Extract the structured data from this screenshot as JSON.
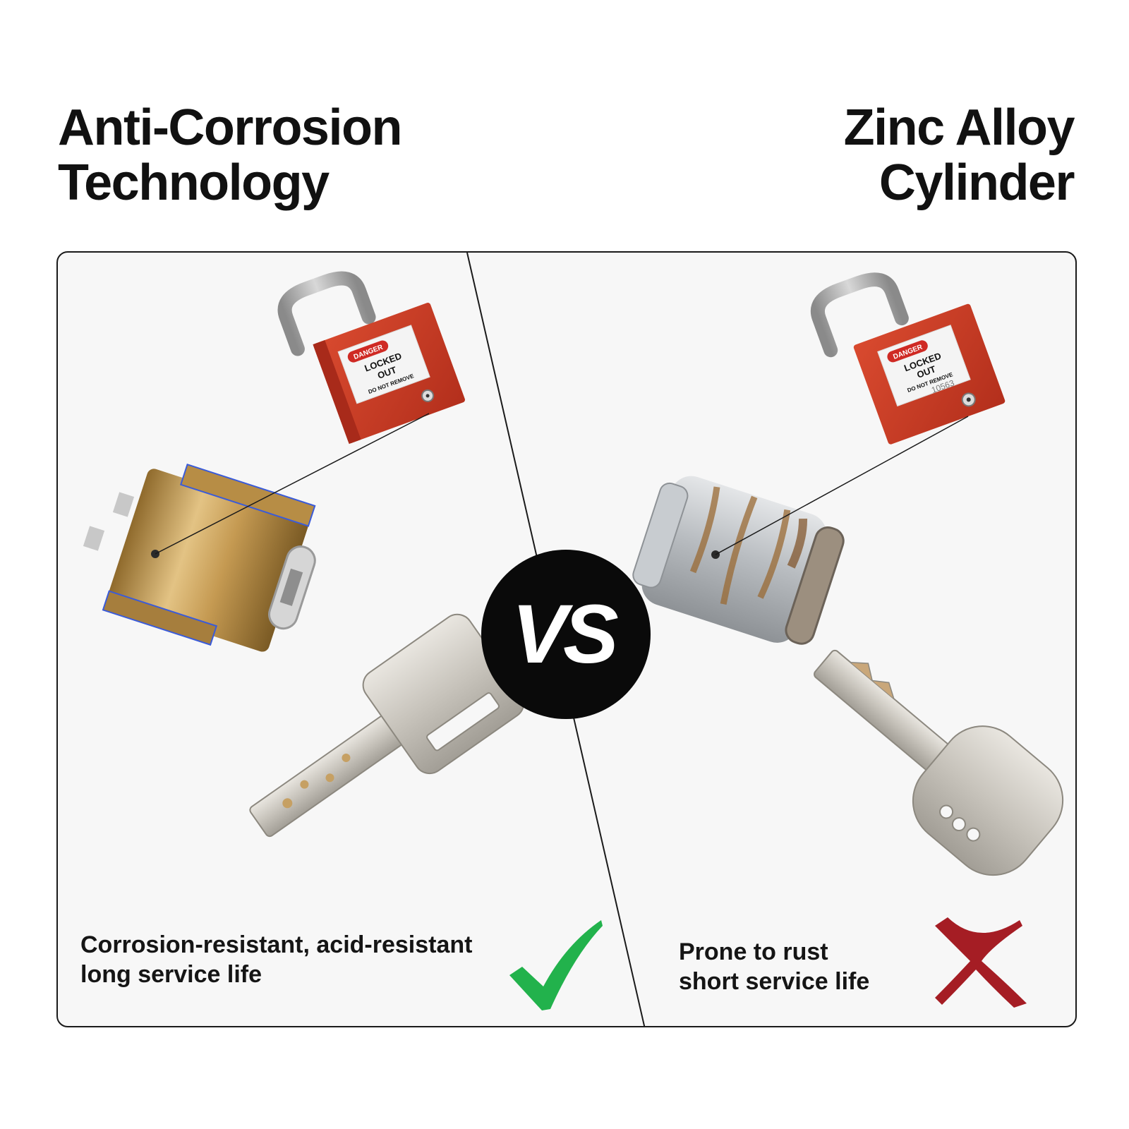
{
  "left_heading": {
    "line1": "Anti-Corrosion",
    "line2": "Technology"
  },
  "right_heading": {
    "line1": "Zinc Alloy",
    "line2": "Cylinder"
  },
  "vs_label": "VS",
  "left_caption": {
    "line1": "Corrosion-resistant, acid-resistant",
    "line2": "long service life"
  },
  "right_caption": {
    "line1": "Prone to rust",
    "line2": "short service life"
  },
  "left_padlock": {
    "tag_title": "DANGER",
    "tag_line1": "LOCKED",
    "tag_line2": "OUT",
    "tag_line3": "DO NOT REMOVE"
  },
  "right_padlock": {
    "tag_title": "DANGER",
    "tag_line1": "LOCKED",
    "tag_line2": "OUT",
    "tag_line3": "DO NOT REMOVE",
    "serial": "10563"
  },
  "icons": {
    "left_status": "check-icon",
    "right_status": "cross-icon"
  },
  "colors": {
    "check": "#22b24c",
    "cross": "#a51d24",
    "padlock_body": "#cc3b25",
    "brass": "#c9a259"
  }
}
